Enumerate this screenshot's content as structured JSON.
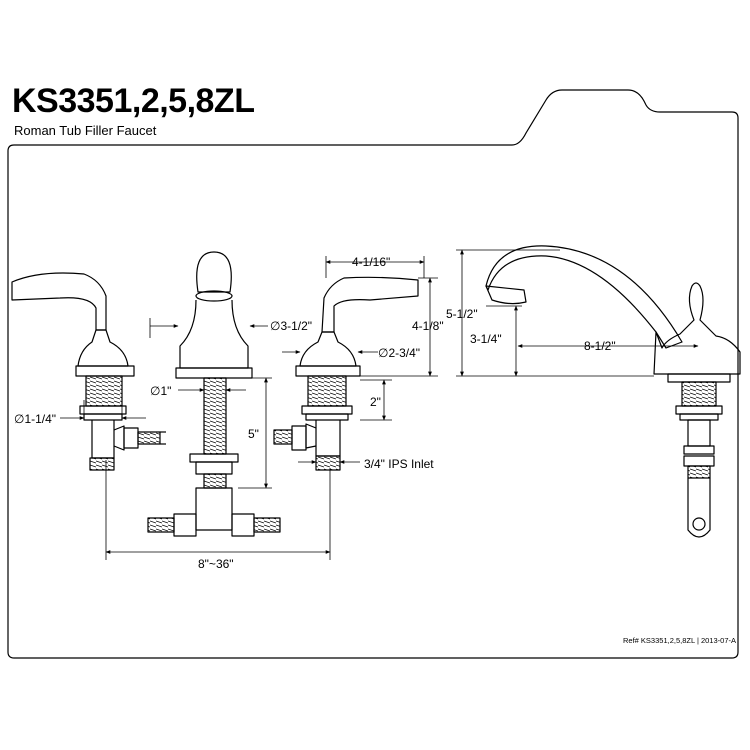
{
  "header": {
    "model": "KS3351,2,5,8ZL",
    "description": "Roman Tub Filler Faucet"
  },
  "dimensions": {
    "handle_inlet_diameter": "∅1-1/4\"",
    "spout_base_diameter": "∅1\"",
    "spout_to_valve_height": "5\"",
    "spread": "8\"~36\"",
    "handle_reach": "4-1/16\"",
    "handle_height": "4-1/8\"",
    "valve_escutcheon_diameter": "∅3-1/2\"",
    "handle_base_diameter": "∅2-3/4\"",
    "valve_height": "2\"",
    "inlet": "3/4\" IPS Inlet",
    "spout_height": "5-1/2\"",
    "spout_outlet_height": "3-1/4\"",
    "spout_reach": "8-1/2\""
  },
  "footer": {
    "reference": "Ref# KS3351,2,5,8ZL | 2013-07-A"
  }
}
